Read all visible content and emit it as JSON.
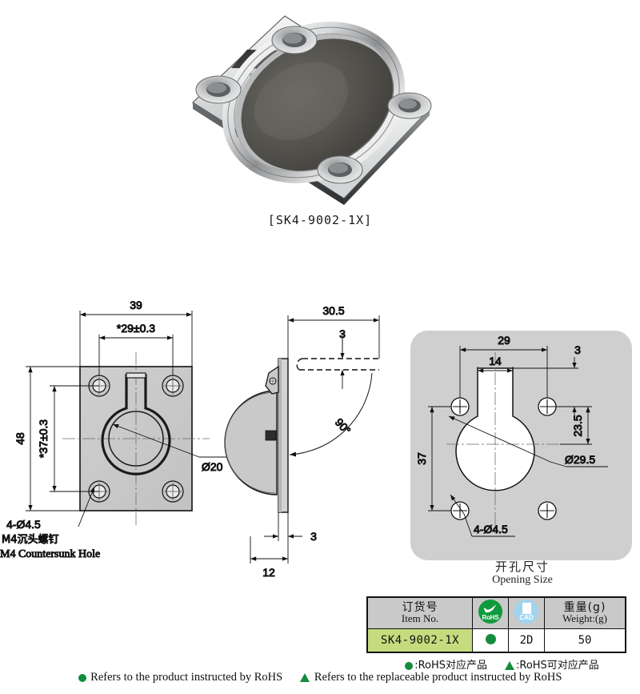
{
  "photo": {
    "caption": "[SK4-9002-1X]",
    "alt_name": "recessed-ring-pull-photo"
  },
  "front_view": {
    "name": "front-view",
    "dims": {
      "width_overall": "39",
      "hole_spacing_h": "*29±0.3",
      "height_overall": "48",
      "hole_spacing_v": "*37±0.3",
      "ring_dia": "Ø20"
    },
    "note_line1": "4-Ø4.5",
    "note_line2": "M4沉头螺钉",
    "note_line3": "M4 Countersunk Hole"
  },
  "side_view": {
    "name": "side-view",
    "dims": {
      "depth": "30.5",
      "top_thk": "3",
      "angle": "90°",
      "bottom_thk": "3",
      "flange": "12"
    }
  },
  "opening_view": {
    "name": "opening-size-view",
    "dims": {
      "width_29": "29",
      "width_14": "14",
      "edge_3": "3",
      "height_37": "37",
      "height_23_5": "23.5",
      "bore_dia": "Ø29.5"
    },
    "note": "4-Ø4.5",
    "caption_cn": "开孔尺寸",
    "caption_en": "Opening Size"
  },
  "spec_table": {
    "headers": {
      "item_cn": "订货号",
      "item_en": "Item No.",
      "rohs": "RoHS",
      "cad": "CAD",
      "weight_cn": "重量(g)",
      "weight_en": "Weight:(g)"
    },
    "rows": [
      {
        "item_no": "SK4-9002-1X",
        "rohs": "●",
        "cad": "2D",
        "weight": "50"
      }
    ]
  },
  "legend": {
    "cn_dot": ":RoHS对应产品",
    "cn_tri": ":RoHS可对应产品",
    "en_dot": "Refers to the product instructed by RoHS",
    "en_tri": "Refers to the replaceable product instructed by RoHS"
  },
  "colors": {
    "rohs_green": "#138c3c",
    "item_cell_green": "#c5dc7e",
    "header_gray": "#c9c9c9",
    "panel_gray": "#cfcfcf",
    "metal_light": "#e9e9e9",
    "metal_mid": "#b8b8b8",
    "metal_dark": "#4a4a4a"
  }
}
